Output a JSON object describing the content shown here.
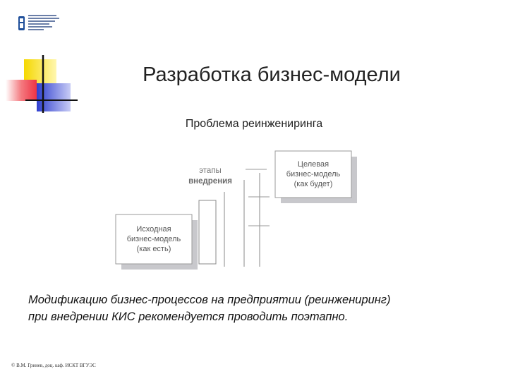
{
  "slide": {
    "title": "Разработка бизнес-модели",
    "subtitle": "Проблема реинжениринга",
    "diagram": {
      "stages_line1": "этапы",
      "stages_line2": "внедрения",
      "target_model": [
        "Целевая",
        "бизнес-модель",
        "(как будет)"
      ],
      "source_model": [
        "Исходная",
        "бизнес-модель",
        "(как есть)"
      ]
    },
    "body_line1": "Модификацию бизнес-процессов на предприятии (реинжениринг)",
    "body_line2": "при внедрении КИС рекомендуется проводить поэтапно.",
    "copyright": "© В.М. Гринев, доц. каф. ИСКТ ВГУЭС"
  },
  "colors": {
    "deco_yellow": "#f5d800",
    "deco_red": "#ee3344",
    "deco_blue": "#2f3fd0",
    "deco_line": "#111111",
    "box_shadow": "#c8c8cc",
    "box_border": "#9a9a9a",
    "logo_blue": "#1f4f9a"
  }
}
